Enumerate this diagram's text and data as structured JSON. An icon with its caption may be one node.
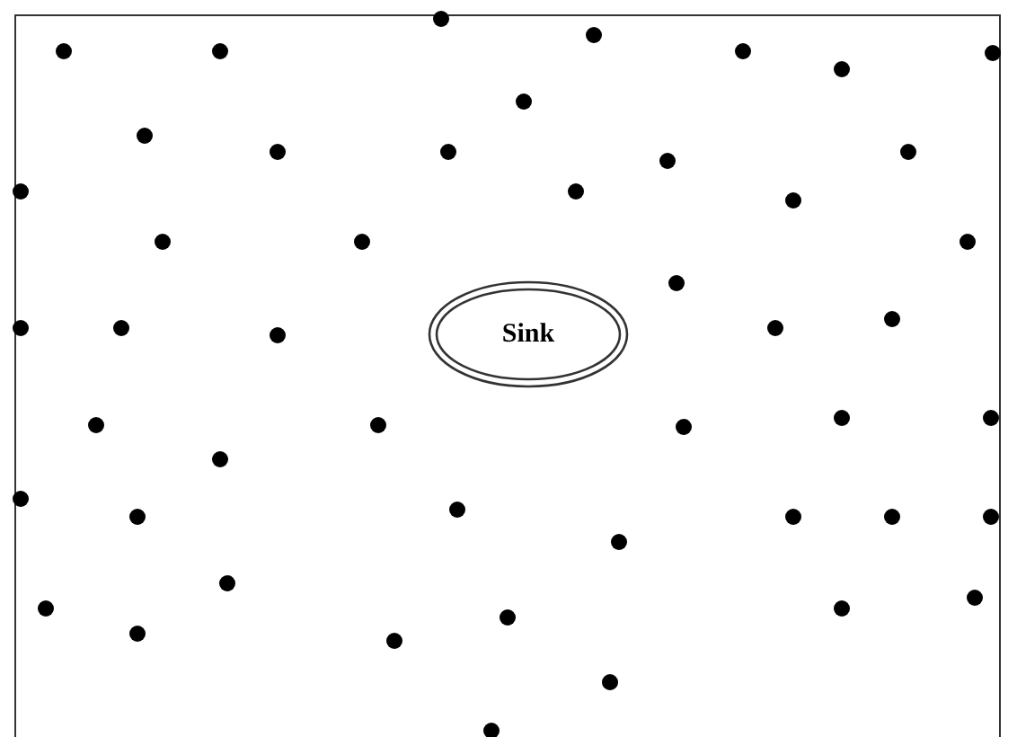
{
  "diagram": {
    "nodes": [
      {
        "text": [],
        "shape": "circle"
      },
      {
        "text": [],
        "shape": "circle"
      },
      {
        "text": [],
        "shape": "circle"
      },
      {
        "text": [],
        "shape": "circle"
      },
      {
        "text": [],
        "shape": "circle"
      },
      {
        "text": [],
        "shape": "circle"
      },
      {
        "text": [],
        "shape": "circle"
      },
      {
        "text": [],
        "shape": "circle"
      },
      {
        "text": [],
        "shape": "circle"
      },
      {
        "text": [],
        "shape": "circle"
      },
      {
        "text": [],
        "shape": "circle"
      },
      {
        "text": [],
        "shape": "circle"
      },
      {
        "text": [],
        "shape": "circle"
      },
      {
        "text": [],
        "shape": "circle"
      },
      {
        "text": [],
        "shape": "circle"
      },
      {
        "text": [],
        "shape": "circle"
      },
      {
        "text": [],
        "shape": "circle"
      },
      {
        "text": [],
        "shape": "circle"
      },
      {
        "text": [],
        "shape": "circle"
      },
      {
        "text": [],
        "shape": "circle"
      },
      {
        "text": [],
        "shape": "circle"
      },
      {
        "text": [],
        "shape": "circle"
      },
      {
        "text": [],
        "shape": "circle"
      },
      {
        "text": [
          "Sink"
        ]
      },
      {
        "text": [],
        "shape": "circle"
      },
      {
        "text": [],
        "shape": "circle"
      },
      {
        "text": [],
        "shape": "circle"
      },
      {
        "text": [],
        "shape": "circle"
      },
      {
        "text": [],
        "shape": "circle"
      },
      {
        "text": [],
        "shape": "circle"
      },
      {
        "text": [],
        "shape": "circle"
      },
      {
        "text": [],
        "shape": "circle"
      },
      {
        "text": [],
        "shape": "circle"
      },
      {
        "text": [],
        "shape": "circle"
      },
      {
        "text": [],
        "shape": "circle"
      },
      {
        "text": [],
        "shape": "circle"
      },
      {
        "text": [],
        "shape": "circle"
      },
      {
        "text": [],
        "shape": "circle"
      },
      {
        "text": [],
        "shape": "circle"
      },
      {
        "text": [],
        "shape": "circle"
      },
      {
        "text": [],
        "shape": "circle"
      },
      {
        "text": [],
        "shape": "circle"
      },
      {
        "text": [],
        "shape": "circle"
      },
      {
        "text": [],
        "shape": "circle"
      },
      {
        "text": [],
        "shape": "circle"
      },
      {
        "text": [],
        "shape": "circle"
      },
      {
        "text": [],
        "shape": "circle"
      },
      {
        "text": [],
        "shape": "circle"
      }
    ]
  }
}
